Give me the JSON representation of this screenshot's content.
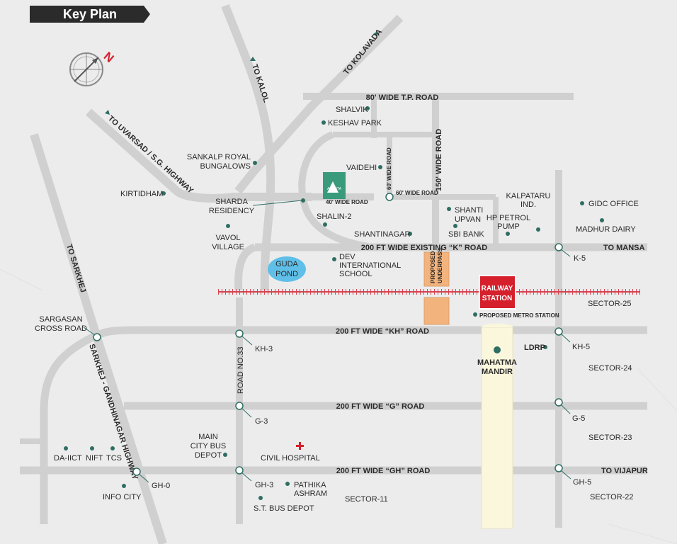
{
  "header": {
    "title": "Key Plan"
  },
  "compass": {
    "north_letter": "N"
  },
  "roads": {
    "tp80": "80' WIDE T.P. ROAD",
    "r150": "150' WIDE ROAD",
    "r60": "60' WIDE ROAD",
    "r60b": "60' WIDE ROAD",
    "r40": "40' WIDE ROAD",
    "k_road": "200 FT WIDE EXISTING “K” ROAD",
    "kh_road": "200 FT WIDE “KH” ROAD",
    "g_road": "200 FT WIDE “G” ROAD",
    "gh_road": "200 FT WIDE “GH” ROAD",
    "road33": "ROAD NO.33",
    "sg_highway": "SARKHEJ - GANDHINAGAR HIGHWAY"
  },
  "directions": {
    "kalol": "TO KALOL",
    "kolavada": "TO KOLAVADA",
    "uvarsad": "TO UVARSAD / S.G. HIGHWAY",
    "sarkhej": "TO SARKHEJ",
    "mansa": "TO MANSA",
    "vijapur": "TO VIJAPUR"
  },
  "places": {
    "shalvik": "SHALVIK",
    "keshav_park": "KESHAV PARK",
    "sankalp_1": "SANKALP ROYAL",
    "sankalp_2": "BUNGALOWS",
    "vaidehi": "VAIDEHI",
    "kirtidham": "KIRTIDHAM",
    "sharda_1": "SHARDA",
    "sharda_2": "RESIDENCY",
    "shalin2": "SHALIN-2",
    "shanti_1": "SHANTI",
    "shanti_2": "UPVAN",
    "sbi": "SBI BANK",
    "kalpataru_1": "KALPATARU",
    "kalpataru_2": "IND.",
    "hp_1": "HP PETROL",
    "hp_2": "PUMP",
    "gidc": "GIDC OFFICE",
    "madhur": "MADHUR DAIRY",
    "vavol_1": "VAVOL",
    "vavol_2": "VILLAGE",
    "shantinagar": "SHANTINAGAR",
    "guda_1": "GUDA",
    "guda_2": "POND",
    "dev_1": "DEV",
    "dev_2": "INTERNATIONAL",
    "dev_3": "SCHOOL",
    "underpass_1": "PROPOSED",
    "underpass_2": "UNDERPASS",
    "railway_1": "RAILWAY",
    "railway_2": "STATION",
    "metro": "PROPOSED METRO STATION",
    "sector25": "SECTOR-25",
    "sargasan_1": "SARGASAN",
    "sargasan_2": "CROSS ROAD",
    "mahatma_1": "MAHATMA",
    "mahatma_2": "MANDIR",
    "ldrp": "LDRP",
    "sector24": "SECTOR-24",
    "sector23": "SECTOR-23",
    "sector22": "SECTOR-22",
    "sector11": "SECTOR-11",
    "main_bus_1": "MAIN",
    "main_bus_2": "CITY BUS",
    "main_bus_3": "DEPOT",
    "civil": "CIVIL HOSPITAL",
    "daiict": "DA-IICT",
    "nift": "NIFT",
    "tcs": "TCS",
    "info_city": "INFO CITY",
    "pathika_1": "PATHIKA",
    "pathika_2": "ASHRAM",
    "st_bus": "S.T. BUS DEPOT",
    "ananta_logo": "ANANTA"
  },
  "junctions": {
    "k5": "K-5",
    "kh3": "KH-3",
    "kh5": "KH-5",
    "g3": "G-3",
    "g5": "G-5",
    "gh0": "GH-0",
    "gh3": "GH-3",
    "gh5": "GH-5"
  },
  "colors": {
    "background": "#ececec",
    "road": "#d0d0d0",
    "marker": "#2e6e63",
    "railway": "#d8414f",
    "pond": "#5fbfe8",
    "underpass": "#f3b37c",
    "station": "#d51f2b",
    "mandir_corridor": "#fbf7dc",
    "header_bg": "#2b2b2b",
    "compass_n": "#d51f2b"
  }
}
